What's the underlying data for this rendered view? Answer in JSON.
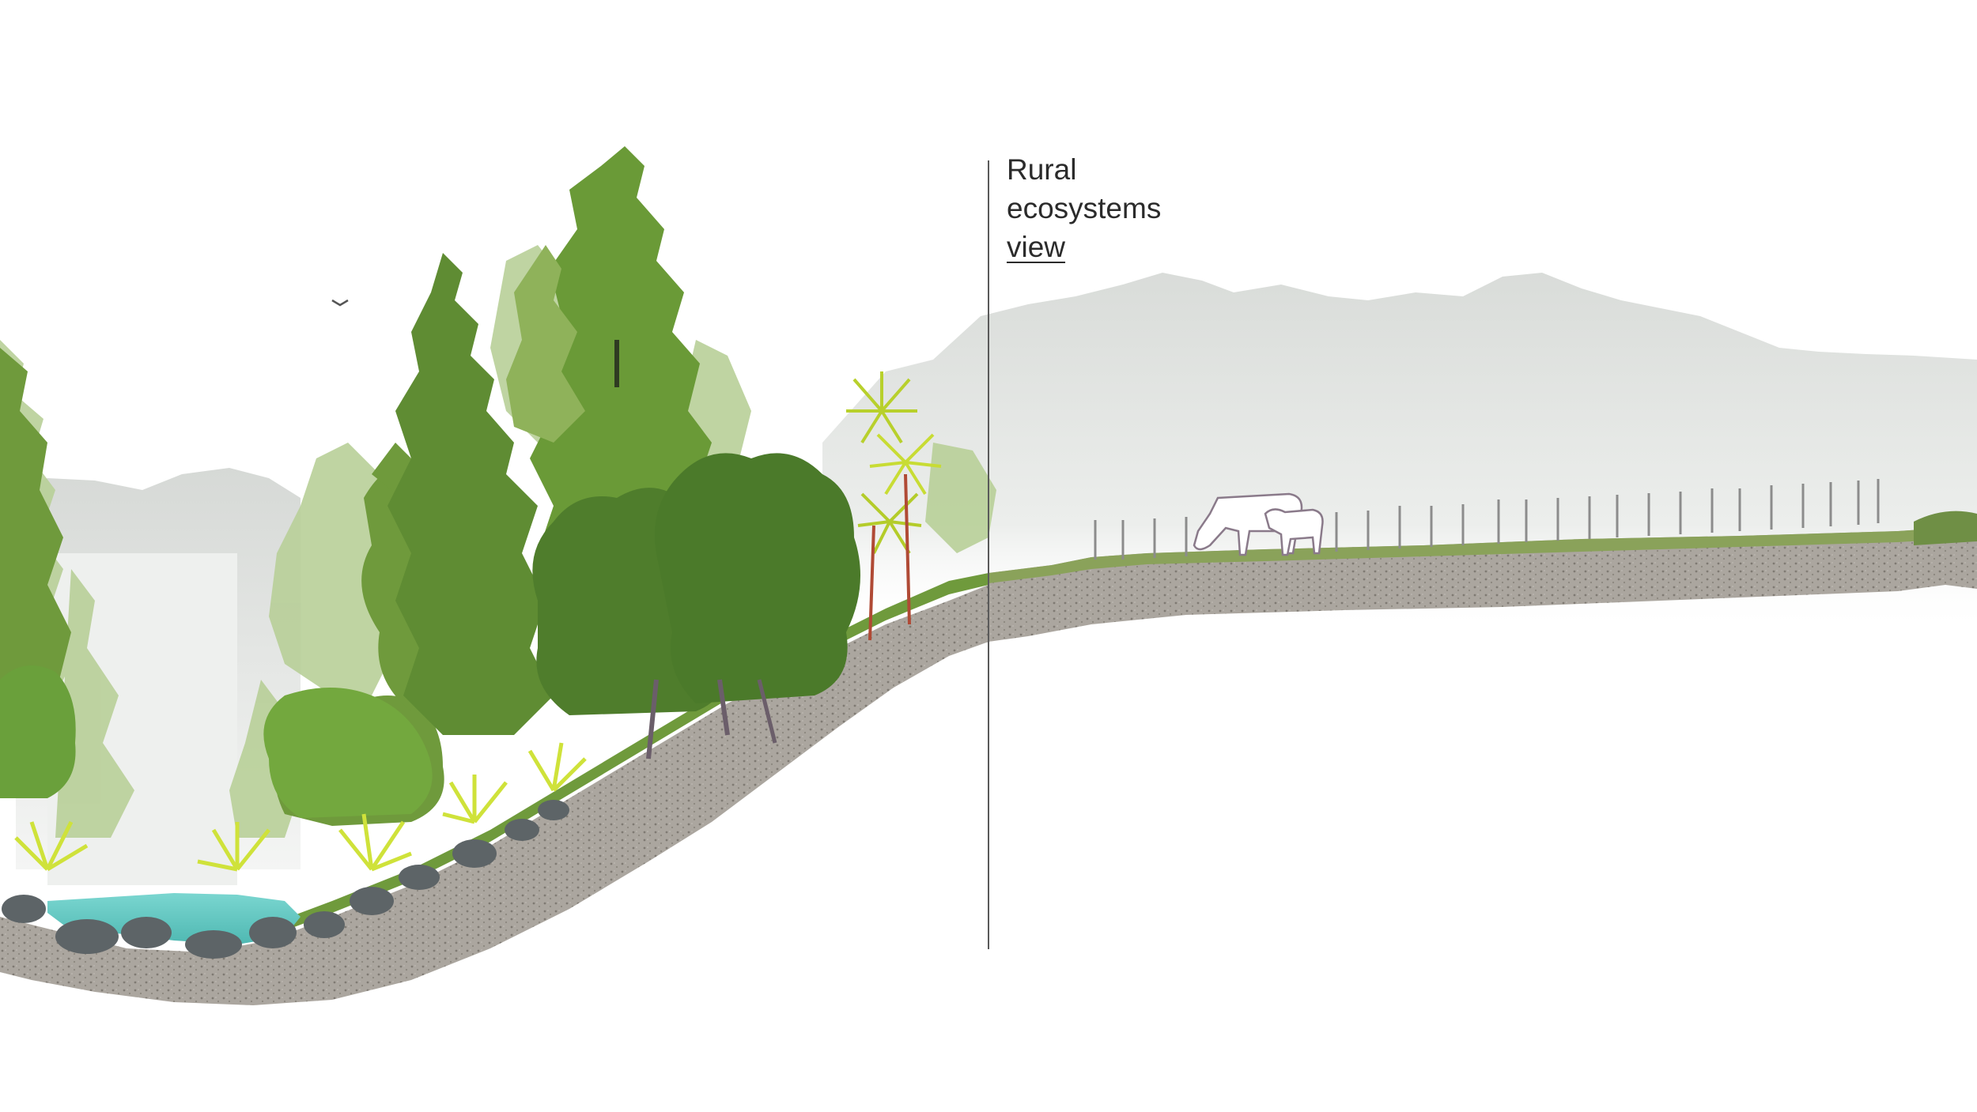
{
  "section": {
    "title_line1": "Rural",
    "title_line2": "ecosystems",
    "link_label": "view"
  },
  "colors": {
    "mountain": "#dcdedc",
    "mountain_far": "#e6e7e5",
    "soil": "#a9a49d",
    "soil_dark": "#8f8a83",
    "water": "#5fc8c3",
    "pasture": "#8aa25a",
    "forest_dark": "#4e7a2c",
    "forest_mid": "#6f9a3c",
    "forest_light": "#9cc256",
    "forest_pale": "#b8cf98",
    "fern_bright": "#cfe23a",
    "rocks": "#5d6467",
    "divider": "#5a5a5a",
    "text": "#2b2b2b"
  },
  "icons": [
    "bird-icon",
    "cow-icon",
    "calf-icon",
    "fence-post-icon",
    "cabbage-tree-icon",
    "fern-icon"
  ]
}
